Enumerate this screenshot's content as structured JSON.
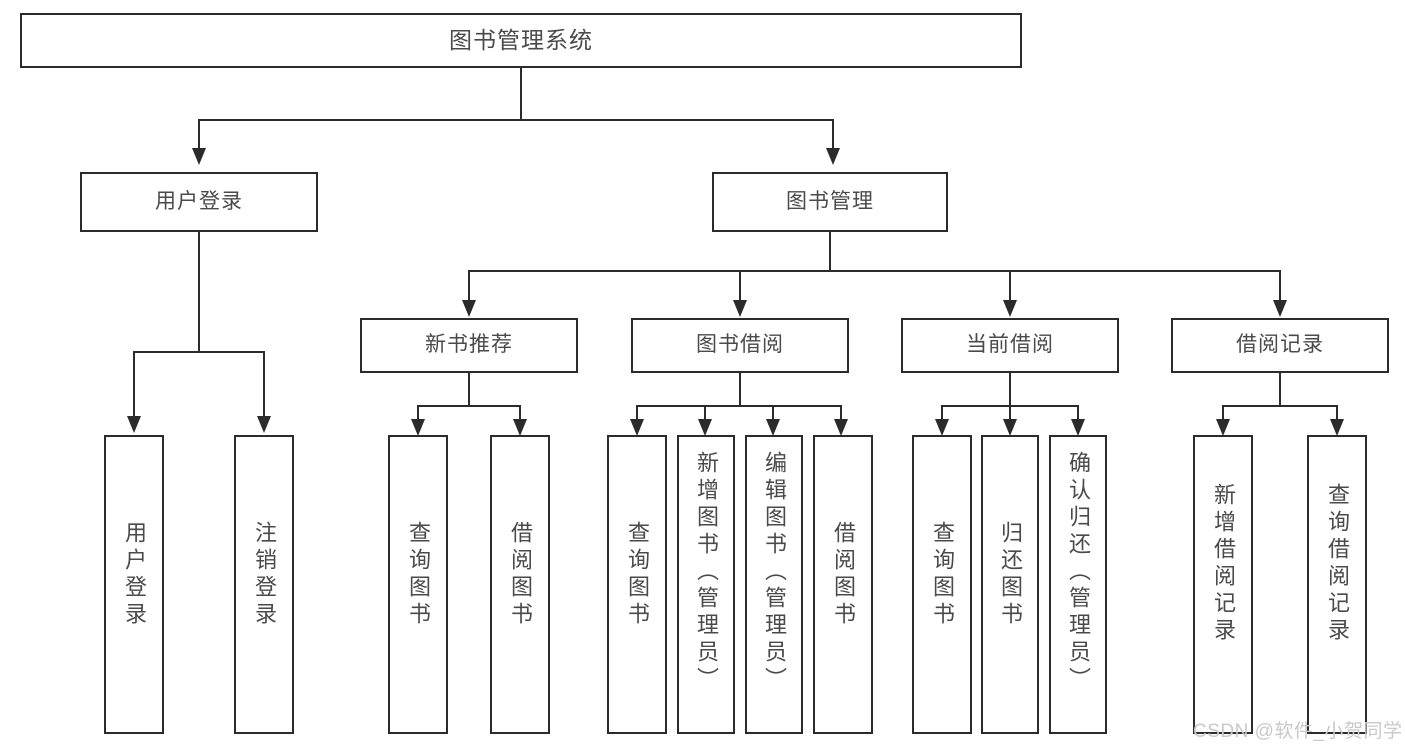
{
  "diagram": {
    "title": "图书管理系统",
    "type": "hierarchy-tree",
    "root": {
      "label": "图书管理系统"
    },
    "level1": [
      {
        "label": "用户登录"
      },
      {
        "label": "图书管理"
      }
    ],
    "level2": [
      {
        "label": "新书推荐"
      },
      {
        "label": "图书借阅"
      },
      {
        "label": "当前借阅"
      },
      {
        "label": "借阅记录"
      }
    ],
    "leaves": {
      "user_login": [
        {
          "label": "用户登录"
        },
        {
          "label": "注销登录"
        }
      ],
      "new_book_recommend": [
        {
          "label": "查询图书"
        },
        {
          "label": "借阅图书"
        }
      ],
      "book_borrow": [
        {
          "label": "查询图书"
        },
        {
          "label": "新增图书（管理员）"
        },
        {
          "label": "编辑图书（管理员）"
        },
        {
          "label": "借阅图书"
        }
      ],
      "current_borrow": [
        {
          "label": "查询图书"
        },
        {
          "label": "归还图书"
        },
        {
          "label": "确认归还（管理员）"
        }
      ],
      "borrow_record": [
        {
          "label": "新增借阅记录"
        },
        {
          "label": "查询借阅记录"
        }
      ]
    }
  },
  "watermark": {
    "text": "CSDN @软件_小贺同学"
  },
  "colors": {
    "border": "#2b2b2b",
    "text": "#4a4a4a",
    "background": "#ffffff",
    "watermark": "#c9c9c9"
  }
}
